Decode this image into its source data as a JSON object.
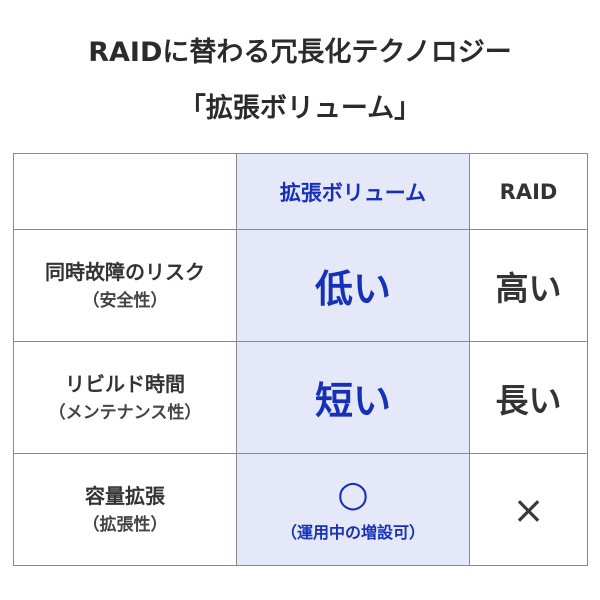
{
  "title": {
    "line1": "RAIDに替わる冗長化テクノロジー",
    "line2": "「拡張ボリューム」"
  },
  "table": {
    "header": {
      "corner": "",
      "col_ext": "拡張ボリューム",
      "col_raid": "RAID"
    },
    "rows": [
      {
        "label_main": "同時故障のリスク",
        "label_sub": "（安全性）",
        "ext_value": "低い",
        "raid_value": "高い"
      },
      {
        "label_main": "リビルド時間",
        "label_sub": "（メンテナンス性）",
        "ext_value": "短い",
        "raid_value": "長い"
      },
      {
        "label_main": "容量拡張",
        "label_sub": "（拡張性）",
        "ext_value": "○",
        "ext_note": "（運用中の増設可）",
        "raid_value": "×"
      }
    ]
  },
  "colors": {
    "accent_blue": "#1730b8",
    "highlight_bg": "#e4e8f8",
    "text_dark": "#333333",
    "border": "#8a8a8a"
  }
}
